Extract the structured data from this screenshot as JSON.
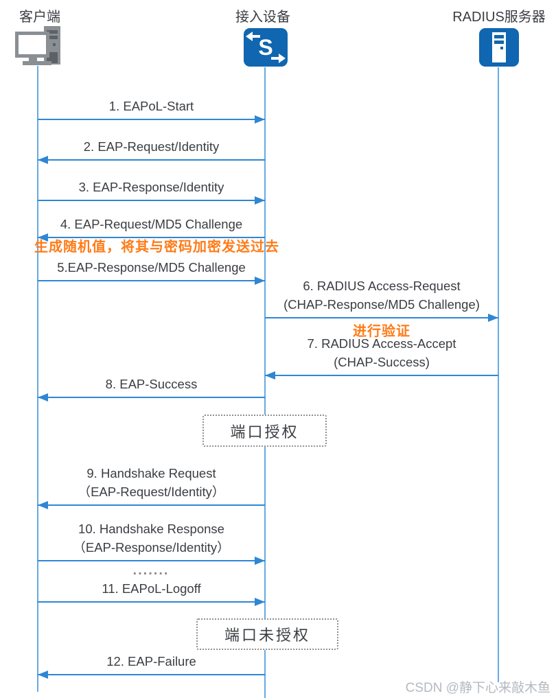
{
  "diagram": {
    "actors": [
      {
        "name": "客户端",
        "icon": "desktop-computer-icon"
      },
      {
        "name": "接入设备",
        "icon": "switch-icon"
      },
      {
        "name": "RADIUS服务器",
        "icon": "server-icon"
      }
    ],
    "messages": [
      {
        "num": 1,
        "from": "client",
        "to": "device",
        "lines": [
          "1. EAPoL-Start"
        ]
      },
      {
        "num": 2,
        "from": "device",
        "to": "client",
        "lines": [
          "2. EAP-Request/Identity"
        ]
      },
      {
        "num": 3,
        "from": "client",
        "to": "device",
        "lines": [
          "3. EAP-Response/Identity"
        ]
      },
      {
        "num": 4,
        "from": "device",
        "to": "client",
        "lines": [
          "4. EAP-Request/MD5 Challenge"
        ]
      },
      {
        "num": 5,
        "from": "client",
        "to": "device",
        "lines": [
          "5.EAP-Response/MD5 Challenge"
        ]
      },
      {
        "num": 6,
        "from": "device",
        "to": "server",
        "lines": [
          "6. RADIUS Access-Request",
          "(CHAP-Response/MD5 Challenge)"
        ]
      },
      {
        "num": 7,
        "from": "server",
        "to": "device",
        "lines": [
          "7. RADIUS Access-Accept",
          "(CHAP-Success)"
        ]
      },
      {
        "num": 8,
        "from": "device",
        "to": "client",
        "lines": [
          "8. EAP-Success"
        ]
      },
      {
        "num": 9,
        "from": "device",
        "to": "client",
        "lines": [
          "9. Handshake Request",
          "（EAP-Request/Identity）"
        ]
      },
      {
        "num": 10,
        "from": "client",
        "to": "device",
        "lines": [
          "10. Handshake Response",
          "（EAP-Response/Identity）"
        ]
      },
      {
        "num": 11,
        "from": "client",
        "to": "device",
        "lines": [
          "11. EAPoL-Logoff"
        ]
      },
      {
        "num": 12,
        "from": "device",
        "to": "client",
        "lines": [
          "12. EAP-Failure"
        ]
      }
    ],
    "annotations": [
      {
        "text": "生成随机值，将其与密码加密发送过去"
      },
      {
        "text": "进行验证"
      }
    ],
    "state_boxes": [
      {
        "label": "端口授权"
      },
      {
        "label": "端口未授权"
      }
    ],
    "ellipsis": ".......",
    "watermark": "CSDN @静下心来敲木鱼"
  },
  "colors": {
    "arrow-blue": "#2e86d4",
    "lifeline-blue": "#64aae4",
    "icon-blue": "#1066b0",
    "icon-gray": "#8a8f94",
    "icon-gray-dark": "#5d6165",
    "annotation-orange": "#ff7b17",
    "text-dark": "#3a3d42",
    "box-border-gray": "#8f8f8f",
    "watermark-gray": "#b4bac0"
  }
}
